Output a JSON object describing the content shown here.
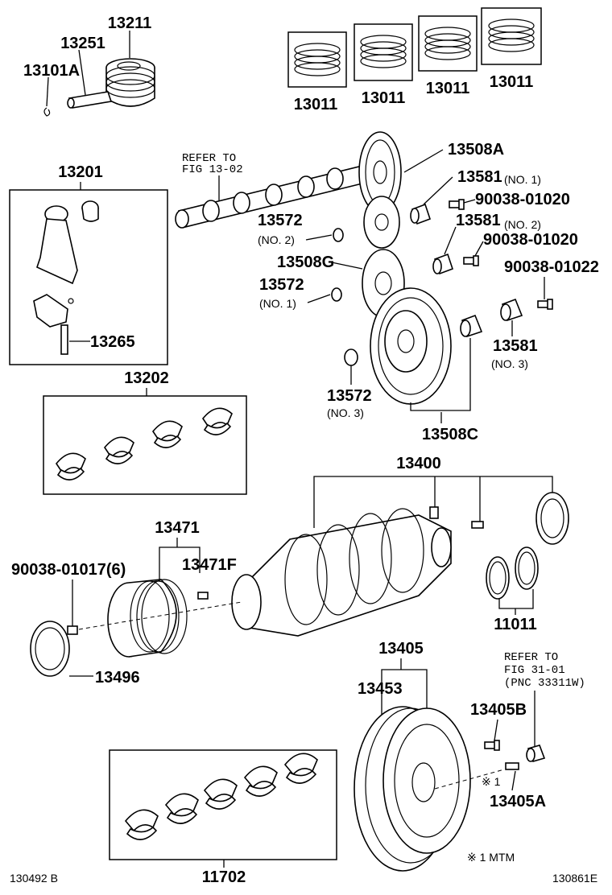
{
  "labels": {
    "p13211": "13211",
    "p13251": "13251",
    "p13101A": "13101A",
    "ring1": "13011",
    "ring2": "13011",
    "ring3": "13011",
    "ring4": "13011",
    "p13201": "13201",
    "refer_cam_1": "REFER TO",
    "refer_cam_2": "FIG 13-02",
    "p13508A": "13508A",
    "p13581_1": "13581",
    "no1_a": "(NO. 1)",
    "bolt_a": "90038-01020",
    "p13572_2": "13572",
    "no2_a": "(NO. 2)",
    "p13581_2": "13581",
    "no2_b": "(NO. 2)",
    "bolt_b": "90038-01020",
    "p13508G": "13508G",
    "bolt_c": "90038-01022",
    "p13572_1": "13572",
    "no1_b": "(NO. 1)",
    "p13265": "13265",
    "p13581_3": "13581",
    "no3_a": "(NO. 3)",
    "p13202": "13202",
    "p13572_3": "13572",
    "no3_b": "(NO. 3)",
    "p13508C": "13508C",
    "p13400": "13400",
    "p13471": "13471",
    "bolt_d": "90038-01017(6)",
    "p13471F": "13471F",
    "p11011": "11011",
    "p13496": "13496",
    "p13405": "13405",
    "refer_fw_1": "REFER TO",
    "refer_fw_2": "FIG 31-01",
    "refer_fw_3": "(PNC 33311W)",
    "p13453": "13453",
    "p13405B": "13405B",
    "mark1": "※ 1",
    "p13405A": "13405A",
    "mtm_note": "※ 1 MTM",
    "p11702": "11702",
    "date_code": "130492 B",
    "fig_code": "130861E"
  }
}
